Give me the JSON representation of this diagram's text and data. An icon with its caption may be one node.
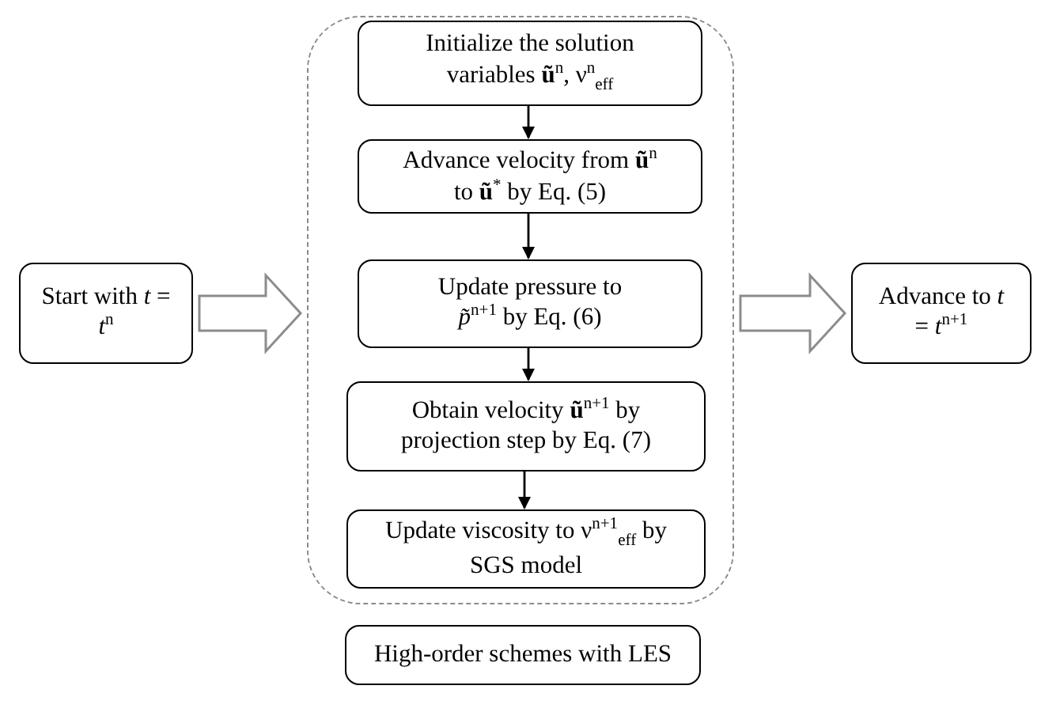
{
  "diagram": {
    "nodes": [
      {
        "text": [],
        "shape": "box"
      },
      {
        "text": [
          "Initialize the solution variables **ũ**$^{n}$, ν$^{n}$$_{eff}$"
        ],
        "in": 0
      },
      {
        "text": [
          "Advance velocity from **ũ**$^{n}$ to **ũ**$^{*}$ by Eq. (5)"
        ],
        "in": 0
      },
      {
        "text": [
          "Update pressure to *p̃*$^{n+1}$ by Eq. (6)"
        ],
        "in": 0
      },
      {
        "text": [
          "Obtain velocity **ũ**$^{n+1}$ by projection step by Eq. (7)"
        ],
        "in": 0
      },
      {
        "text": [
          "Update viscosity to ν$^{n+1}$$_{eff}$ by SGS model"
        ],
        "in": 0
      },
      {
        "text": [
          "Start with *t* = *t*$^{n}$"
        ]
      },
      {
        "text": [
          "Advance to *t* = *t*$^{n+1}$"
        ]
      },
      {
        "text": [
          "High-order schemes with LES"
        ]
      }
    ],
    "edges": [
      {
        "from": 1,
        "to": 2,
        "arrow": "to"
      },
      {
        "from": 2,
        "to": 3,
        "arrow": "to"
      },
      {
        "from": 3,
        "to": 4,
        "arrow": "to"
      },
      {
        "from": 4,
        "to": 5,
        "arrow": "to"
      },
      {
        "from": 6,
        "to": 0,
        "arrow": "to",
        "style": "thick"
      },
      {
        "from": 0,
        "to": 7,
        "arrow": "to",
        "style": "thick"
      }
    ]
  }
}
